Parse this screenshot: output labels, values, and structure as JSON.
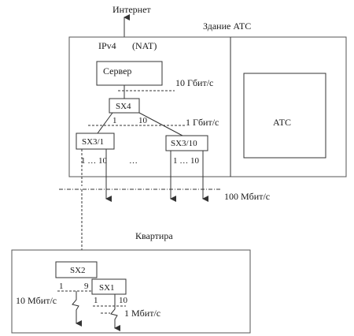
{
  "labels": {
    "internet": "Интернет",
    "building": "Здание АТС",
    "ipv4": "IPv4",
    "nat": "(NAT)",
    "speed_10g": "10 Гбит/с",
    "speed_1g": "1 Гбит/с",
    "speed_100m": "100 Мбит/с",
    "apartment": "Квартира",
    "speed_10m": "10 Мбит/с",
    "speed_1m": "1 Мбит/с"
  },
  "nodes": {
    "server": "Сервер",
    "sx4": "SX4",
    "sx3_1": "SX3/1",
    "sx3_10": "SX3/10",
    "ats": "АТС",
    "sx2": "SX2",
    "sx1": "SX1"
  },
  "ports": {
    "sx4_first": "1",
    "sx4_last": "10",
    "sx3_1_range": "1 …  10",
    "sx3_ellipsis": "…",
    "sx3_10_range": "1 …   10",
    "sx2_first": "1",
    "sx2_last": "9",
    "sx1_first": "1",
    "sx1_last": "10"
  }
}
